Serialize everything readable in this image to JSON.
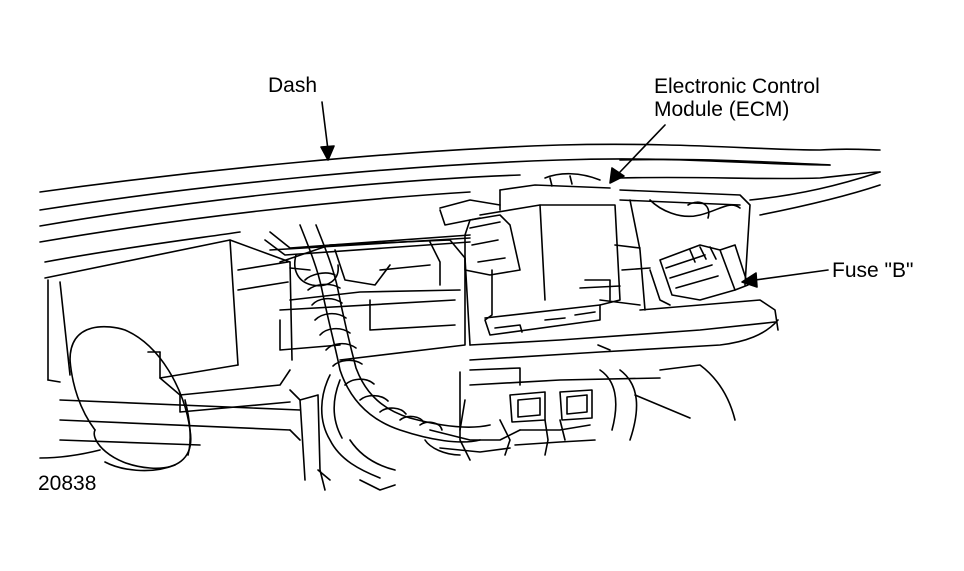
{
  "labels": {
    "dash": "Dash",
    "ecm_line1": "Electronic Control",
    "ecm_line2": "Module (ECM)",
    "fuse": "Fuse \"B\"",
    "figure_number": "20838"
  },
  "colors": {
    "ink": "#000000",
    "background": "#ffffff"
  }
}
